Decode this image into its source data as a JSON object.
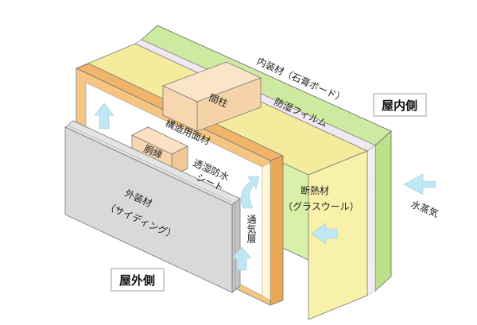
{
  "labels": {
    "interior_finish": "内装材（石膏ボード）",
    "vapor_film": "防湿フィルム",
    "indoor_side": "屋内側",
    "stud": "間柱",
    "structural_board": "構造用面材",
    "furring_strip": "胴縁",
    "breathable_sheet_line1": "透湿防水",
    "breathable_sheet_line2": "シート",
    "insulation_line1": "断熱材",
    "insulation_line2": "（グラスウール）",
    "vapor": "水蒸気",
    "ventilation_layer": "通気層",
    "exterior_finish_line1": "外装材",
    "exterior_finish_line2": "（サイディング）",
    "outdoor_side": "屋外側"
  },
  "colors": {
    "gypsum_board": "#d8f0a8",
    "vapor_film": "#f4ecf4",
    "insulation": "#fbf6b4",
    "structural_board": "#f5c583",
    "wood": "#f7d7b0",
    "siding": "#d9d9d9",
    "arrow": "#bfe8f4"
  }
}
